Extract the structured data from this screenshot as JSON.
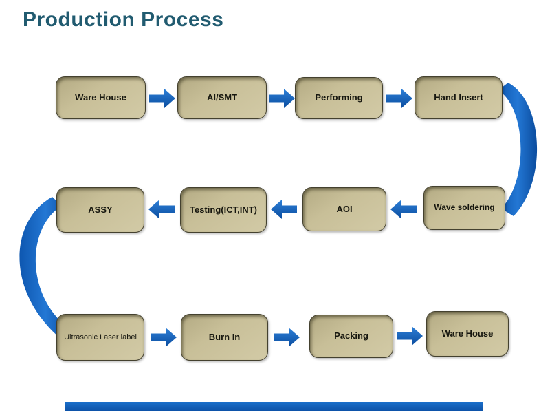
{
  "title": "Production Process",
  "box_labels": [
    "Ware House",
    "AI/SMT",
    "Performing",
    "Hand Insert",
    "ASSY",
    "Testing(ICT,INT)",
    "AOI",
    "Wave soldering",
    "Ultrasonic Laser label",
    "Burn In",
    "Packing",
    "Ware House"
  ],
  "rows": [
    {
      "direction": "left-to-right",
      "boxes": [
        "Ware House",
        "AI/SMT",
        "Performing",
        "Hand Insert"
      ]
    },
    {
      "direction": "right-to-left",
      "boxes": [
        "Wave soldering",
        "AOI",
        "Testing(ICT,INT)",
        "ASSY"
      ]
    },
    {
      "direction": "left-to-right",
      "boxes": [
        "Ultrasonic Laser label",
        "Burn In",
        "Packing",
        "Ware House"
      ]
    }
  ],
  "process_sequence": [
    "Ware House",
    "AI/SMT",
    "Performing",
    "Hand Insert",
    "Wave soldering",
    "AOI",
    "Testing(ICT,INT)",
    "ASSY",
    "Ultrasonic Laser label",
    "Burn In",
    "Packing",
    "Ware House"
  ],
  "icons": {
    "straight_connector": "block-arrow",
    "row_wrap_connector": "curved-swoosh-arrow"
  },
  "colors": {
    "title_text": "#215b70",
    "box_fill": "#c8bf98",
    "box_border": "#44412f",
    "box_text": "#17170f",
    "arrow_blue_light": "#2e80d8",
    "arrow_blue_dark": "#0a4c9e",
    "footer_bar": "#1263be",
    "background": "#ffffff"
  }
}
